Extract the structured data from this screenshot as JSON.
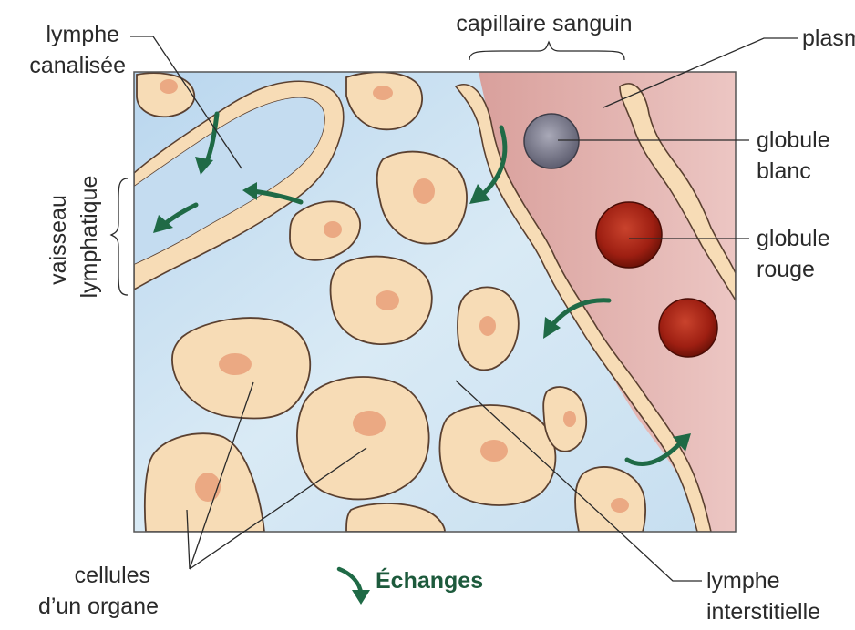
{
  "labels": {
    "lymphe_canalisee": [
      "lymphe",
      "canalisée"
    ],
    "capillaire_sanguin": "capillaire sanguin",
    "plasma": "plasma",
    "globule_blanc": [
      "globule",
      "blanc"
    ],
    "globule_rouge": [
      "globule",
      "rouge"
    ],
    "vaisseau_lymphatique": [
      "vaisseau",
      "lymphatique"
    ],
    "cellules_organe": [
      "cellules",
      "d’un organe"
    ],
    "echanges": "Échanges",
    "lymphe_interstitielle": [
      "lymphe",
      "interstitielle"
    ]
  },
  "colors": {
    "interstitial_fluid": "#cfe4f2",
    "blood_plasma": "#e3b2ad",
    "cell_fill": "#f7dcb6",
    "red_cell": "#9e1f12",
    "white_cell": "#7b7b8b",
    "arrow": "#1f6a46"
  }
}
